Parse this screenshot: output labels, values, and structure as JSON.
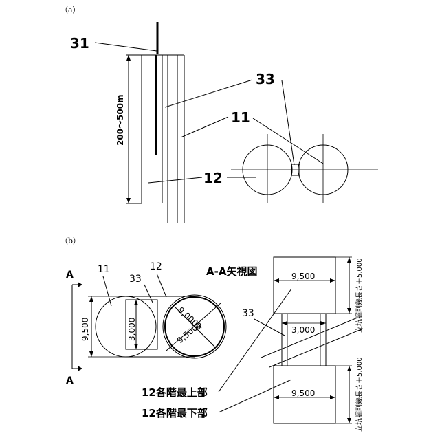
{
  "panel_a": {
    "caption": "（a）",
    "depth_label": "200～500m",
    "labels": {
      "l31": "31",
      "l33": "33",
      "l11": "11",
      "l12": "12"
    }
  },
  "panel_b": {
    "caption": "（b）",
    "labels": {
      "l11": "11",
      "l12": "12",
      "l33": "33",
      "l33_right": "33"
    },
    "section_marker_top": "A",
    "section_marker_bottom": "A",
    "view_title": "A-A矢視図",
    "dim_height": "9,500",
    "dim_connector": "3,000",
    "dim_inner_diameter": "9,000φ",
    "dim_outer_diameter": "9,500φ",
    "dim_upper_width": "9,500",
    "dim_middle_width": "3,000",
    "dim_lower_width": "9,500",
    "side_note_upper": "立坑掘削幾長さ＋5,000",
    "side_note_lower": "立坑掘削幾長さ＋5,000",
    "callout_top": "12各階最上部",
    "callout_bottom": "12各階最下部"
  }
}
